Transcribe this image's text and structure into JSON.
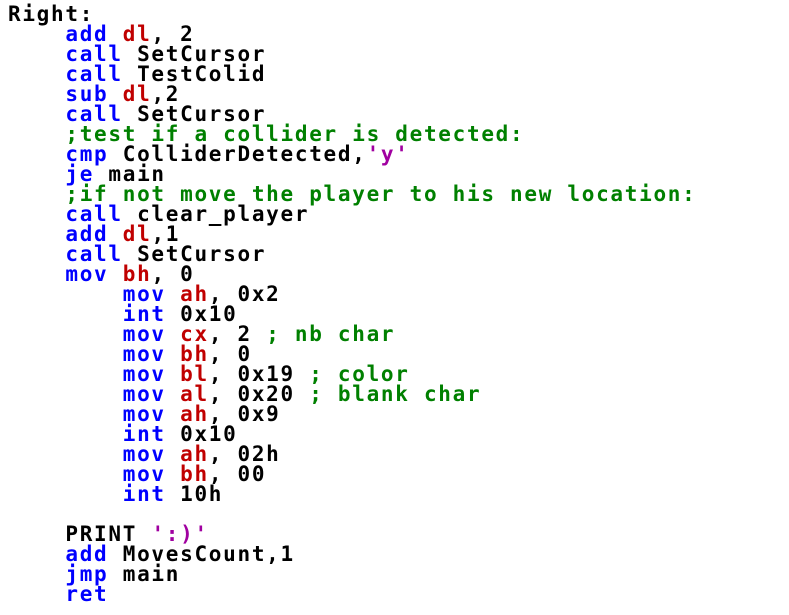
{
  "editor": {
    "colors": {
      "plain": "#000000",
      "keyword": "#0000ff",
      "register": "#c00000",
      "string": "#a000a0",
      "comment": "#008000",
      "background": "#ffffff"
    },
    "lines": [
      [
        {
          "t": "Right:",
          "c": "plain"
        }
      ],
      [
        {
          "t": "    ",
          "c": "plain"
        },
        {
          "t": "add",
          "c": "keyword"
        },
        {
          "t": " ",
          "c": "plain"
        },
        {
          "t": "dl",
          "c": "register"
        },
        {
          "t": ", 2",
          "c": "plain"
        }
      ],
      [
        {
          "t": "    ",
          "c": "plain"
        },
        {
          "t": "call",
          "c": "keyword"
        },
        {
          "t": " SetCursor",
          "c": "plain"
        }
      ],
      [
        {
          "t": "    ",
          "c": "plain"
        },
        {
          "t": "call",
          "c": "keyword"
        },
        {
          "t": " TestColid",
          "c": "plain"
        }
      ],
      [
        {
          "t": "    ",
          "c": "plain"
        },
        {
          "t": "sub",
          "c": "keyword"
        },
        {
          "t": " ",
          "c": "plain"
        },
        {
          "t": "dl",
          "c": "register"
        },
        {
          "t": ",2",
          "c": "plain"
        }
      ],
      [
        {
          "t": "    ",
          "c": "plain"
        },
        {
          "t": "call",
          "c": "keyword"
        },
        {
          "t": " SetCursor",
          "c": "plain"
        }
      ],
      [
        {
          "t": "    ",
          "c": "plain"
        },
        {
          "t": ";test if a collider is detected:",
          "c": "comment"
        }
      ],
      [
        {
          "t": "    ",
          "c": "plain"
        },
        {
          "t": "cmp",
          "c": "keyword"
        },
        {
          "t": " ColliderDetected,",
          "c": "plain"
        },
        {
          "t": "'y'",
          "c": "string"
        }
      ],
      [
        {
          "t": "    ",
          "c": "plain"
        },
        {
          "t": "je",
          "c": "keyword"
        },
        {
          "t": " main",
          "c": "plain"
        }
      ],
      [
        {
          "t": "    ",
          "c": "plain"
        },
        {
          "t": ";if not move the player to his new location:",
          "c": "comment"
        }
      ],
      [
        {
          "t": "    ",
          "c": "plain"
        },
        {
          "t": "call",
          "c": "keyword"
        },
        {
          "t": " clear_player",
          "c": "plain"
        }
      ],
      [
        {
          "t": "    ",
          "c": "plain"
        },
        {
          "t": "add",
          "c": "keyword"
        },
        {
          "t": " ",
          "c": "plain"
        },
        {
          "t": "dl",
          "c": "register"
        },
        {
          "t": ",1",
          "c": "plain"
        }
      ],
      [
        {
          "t": "    ",
          "c": "plain"
        },
        {
          "t": "call",
          "c": "keyword"
        },
        {
          "t": " SetCursor",
          "c": "plain"
        }
      ],
      [
        {
          "t": "    ",
          "c": "plain"
        },
        {
          "t": "mov",
          "c": "keyword"
        },
        {
          "t": " ",
          "c": "plain"
        },
        {
          "t": "bh",
          "c": "register"
        },
        {
          "t": ", 0",
          "c": "plain"
        }
      ],
      [
        {
          "t": "        ",
          "c": "plain"
        },
        {
          "t": "mov",
          "c": "keyword"
        },
        {
          "t": " ",
          "c": "plain"
        },
        {
          "t": "ah",
          "c": "register"
        },
        {
          "t": ", 0x2",
          "c": "plain"
        }
      ],
      [
        {
          "t": "        ",
          "c": "plain"
        },
        {
          "t": "int",
          "c": "keyword"
        },
        {
          "t": " 0x10",
          "c": "plain"
        }
      ],
      [
        {
          "t": "        ",
          "c": "plain"
        },
        {
          "t": "mov",
          "c": "keyword"
        },
        {
          "t": " ",
          "c": "plain"
        },
        {
          "t": "cx",
          "c": "register"
        },
        {
          "t": ", 2 ",
          "c": "plain"
        },
        {
          "t": "; nb char",
          "c": "comment"
        }
      ],
      [
        {
          "t": "        ",
          "c": "plain"
        },
        {
          "t": "mov",
          "c": "keyword"
        },
        {
          "t": " ",
          "c": "plain"
        },
        {
          "t": "bh",
          "c": "register"
        },
        {
          "t": ", 0",
          "c": "plain"
        }
      ],
      [
        {
          "t": "        ",
          "c": "plain"
        },
        {
          "t": "mov",
          "c": "keyword"
        },
        {
          "t": " ",
          "c": "plain"
        },
        {
          "t": "bl",
          "c": "register"
        },
        {
          "t": ", 0x19 ",
          "c": "plain"
        },
        {
          "t": "; color",
          "c": "comment"
        }
      ],
      [
        {
          "t": "        ",
          "c": "plain"
        },
        {
          "t": "mov",
          "c": "keyword"
        },
        {
          "t": " ",
          "c": "plain"
        },
        {
          "t": "al",
          "c": "register"
        },
        {
          "t": ", 0x20 ",
          "c": "plain"
        },
        {
          "t": "; blank char",
          "c": "comment"
        }
      ],
      [
        {
          "t": "        ",
          "c": "plain"
        },
        {
          "t": "mov",
          "c": "keyword"
        },
        {
          "t": " ",
          "c": "plain"
        },
        {
          "t": "ah",
          "c": "register"
        },
        {
          "t": ", 0x9",
          "c": "plain"
        }
      ],
      [
        {
          "t": "        ",
          "c": "plain"
        },
        {
          "t": "int",
          "c": "keyword"
        },
        {
          "t": " 0x10",
          "c": "plain"
        }
      ],
      [
        {
          "t": "        ",
          "c": "plain"
        },
        {
          "t": "mov",
          "c": "keyword"
        },
        {
          "t": " ",
          "c": "plain"
        },
        {
          "t": "ah",
          "c": "register"
        },
        {
          "t": ", 02h",
          "c": "plain"
        }
      ],
      [
        {
          "t": "        ",
          "c": "plain"
        },
        {
          "t": "mov",
          "c": "keyword"
        },
        {
          "t": " ",
          "c": "plain"
        },
        {
          "t": "bh",
          "c": "register"
        },
        {
          "t": ", 00",
          "c": "plain"
        }
      ],
      [
        {
          "t": "        ",
          "c": "plain"
        },
        {
          "t": "int",
          "c": "keyword"
        },
        {
          "t": " 10h",
          "c": "plain"
        }
      ],
      [
        {
          "t": "",
          "c": "plain"
        }
      ],
      [
        {
          "t": "    PRINT ",
          "c": "plain"
        },
        {
          "t": "':)'",
          "c": "string"
        }
      ],
      [
        {
          "t": "    ",
          "c": "plain"
        },
        {
          "t": "add",
          "c": "keyword"
        },
        {
          "t": " MovesCount,1",
          "c": "plain"
        }
      ],
      [
        {
          "t": "    ",
          "c": "plain"
        },
        {
          "t": "jmp",
          "c": "keyword"
        },
        {
          "t": " main",
          "c": "plain"
        }
      ],
      [
        {
          "t": "    ",
          "c": "plain"
        },
        {
          "t": "ret",
          "c": "keyword"
        }
      ]
    ]
  }
}
